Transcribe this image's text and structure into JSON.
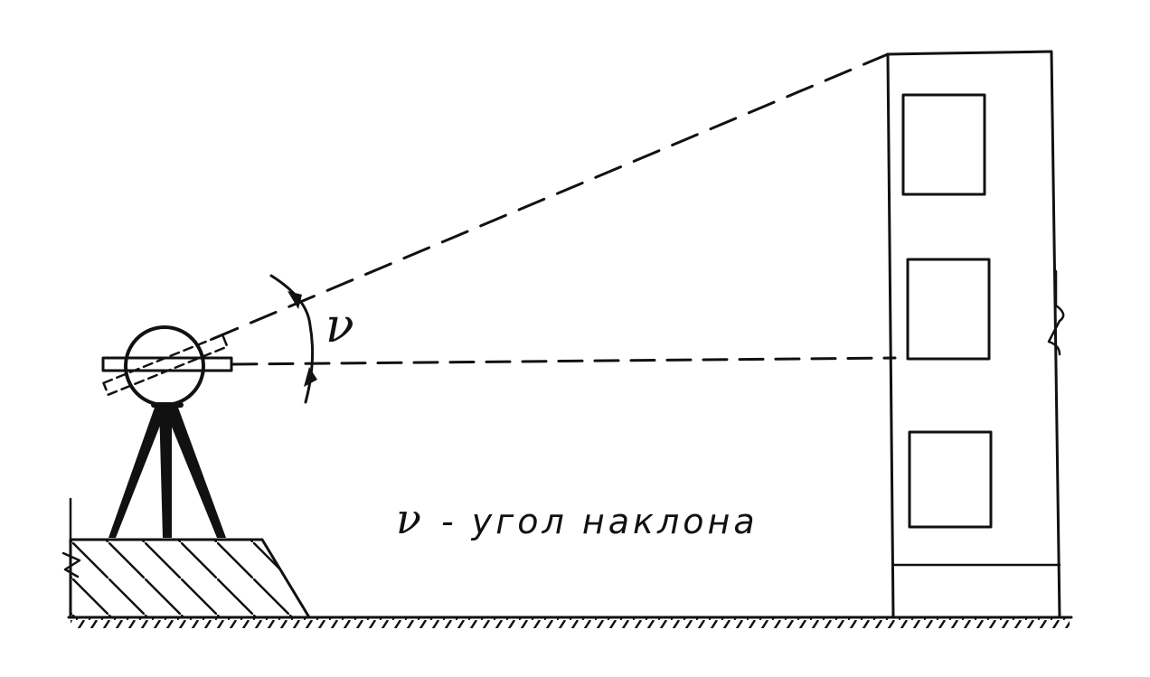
{
  "angle_symbol": "ν",
  "caption": {
    "symbol": "ν",
    "text": "- угол наклона"
  }
}
